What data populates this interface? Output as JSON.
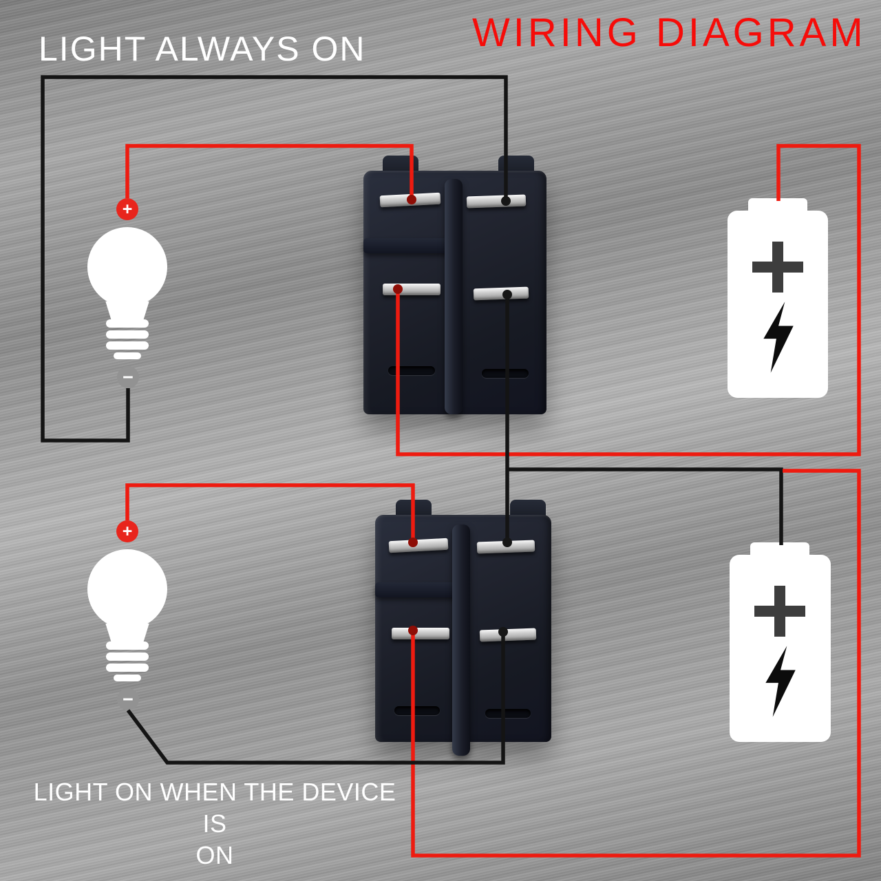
{
  "title": "WIRING DIAGRAM",
  "sections": {
    "top": {
      "label": "LIGHT ALWAYS ON"
    },
    "bottom": {
      "label_line1": "LIGHT ON WHEN THE DEVICE IS",
      "label_line2": "ON"
    }
  },
  "bulb": {
    "plus": "+",
    "minus": "−"
  },
  "icons": {
    "bulb": "light-bulb-icon",
    "switch": "rocker-switch-icon",
    "battery": "battery-icon",
    "battery_plus": "plus-icon",
    "battery_bolt": "lightning-bolt-icon"
  },
  "colors": {
    "wire_red": "#ee1b10",
    "wire_black": "#141414",
    "dot_red": "#8e0d06",
    "dot_black": "#161616",
    "title_red": "#f60c09",
    "label_white": "#ffffff"
  }
}
